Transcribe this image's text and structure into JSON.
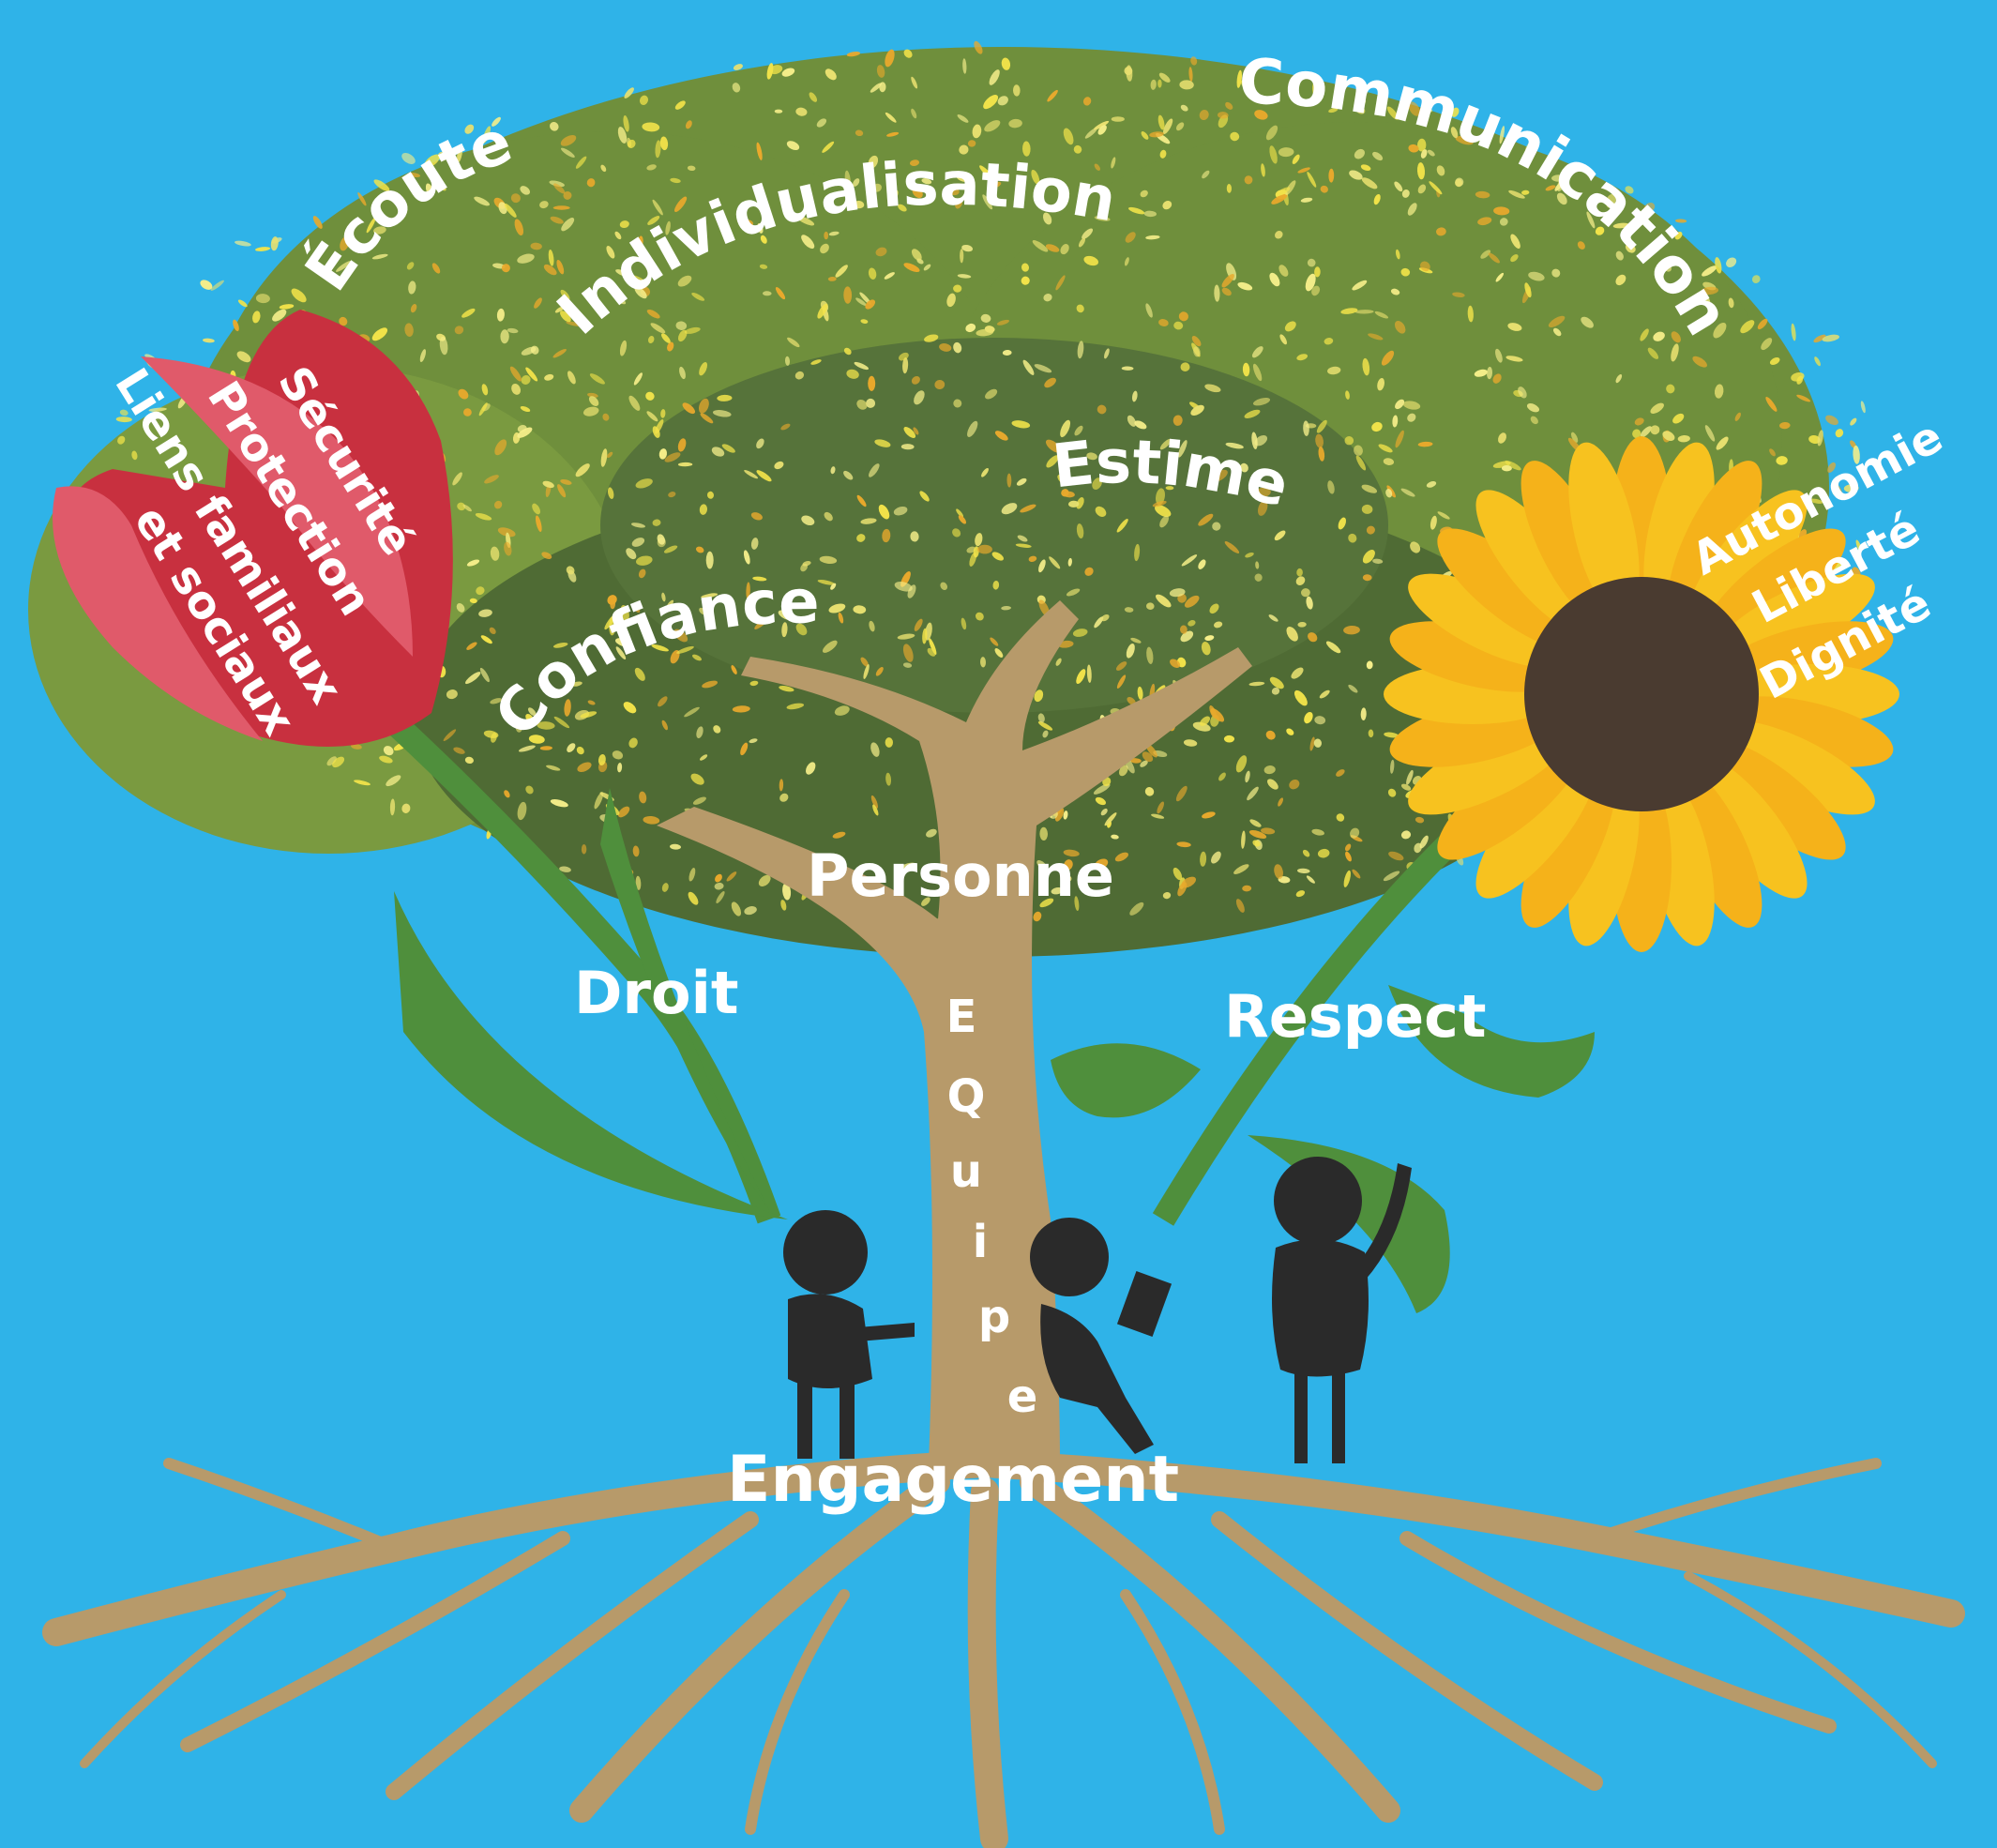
{
  "colors": {
    "sky": "#2fb3e8",
    "canopy_dark": "#5a7a3a",
    "canopy_mid": "#6f8f3c",
    "leaf_yellow": "#f2e34a",
    "leaf_orange": "#e9a92c",
    "trunk": "#b79a6a",
    "stem_green": "#4f8f3c",
    "tulip_red": "#c8303f",
    "tulip_pink": "#e05a6a",
    "sunflower_petal": "#f7c21f",
    "sunflower_center": "#4a3b30",
    "figure": "#2a2a2a",
    "text": "#ffffff"
  },
  "icons": {
    "tulip": "tulip-flower-icon",
    "sunflower": "sunflower-icon",
    "person": "person-silhouette-icon"
  },
  "words": {
    "ecoute": "Écoute",
    "individualisation": "Individualisation",
    "communication": "Communication",
    "estime": "Estime",
    "confiance": "Confiance",
    "personne": "Personne",
    "droit": "Droit",
    "respect": "Respect",
    "engagement": "Engagement",
    "equipe_letters": [
      "E",
      "Q",
      "u",
      "i",
      "p",
      "e"
    ],
    "tulip": [
      "Sécurité",
      "Protection",
      "Liens familiaux",
      "et sociaux"
    ],
    "sunflower": [
      "Autonomie",
      "Liberté",
      "Dignité"
    ]
  }
}
